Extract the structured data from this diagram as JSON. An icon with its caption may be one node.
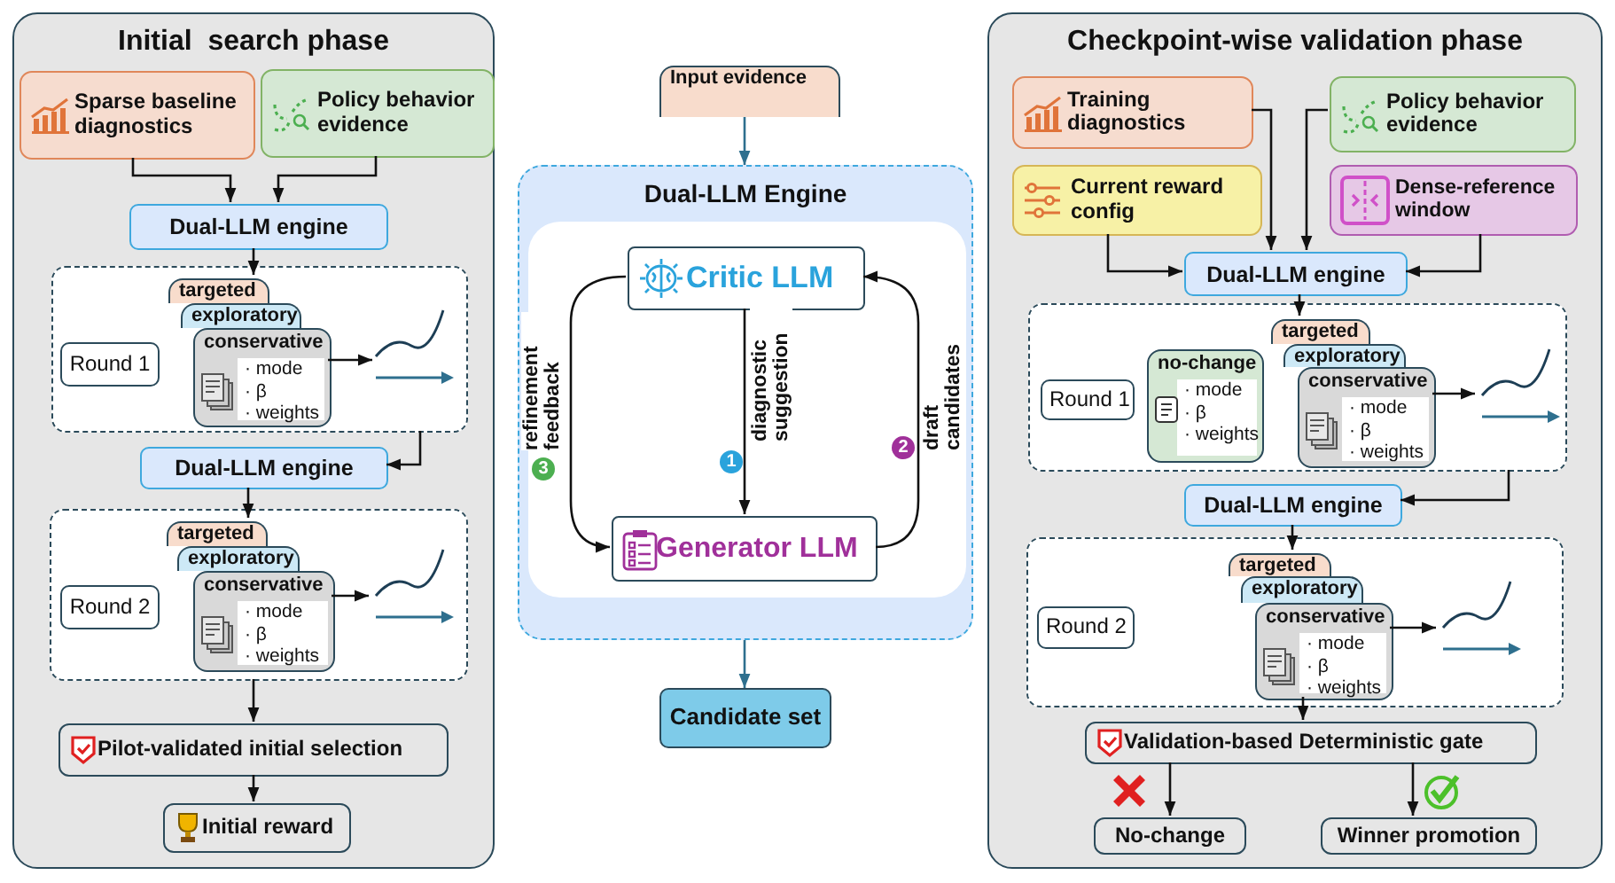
{
  "diagram": {
    "nodes": [
      {
        "text": [
          "Initial  search phase"
        ]
      },
      {
        "text": [
          "Sparse baseline diagnostics"
        ],
        "in": 0
      },
      {
        "text": [
          "Policy behavior evidence"
        ],
        "in": 0
      },
      {
        "text": [
          "Dual-LLM engine"
        ],
        "in": 0
      },
      {
        "text": [],
        "shape": "box",
        "in": 0
      },
      {
        "text": [
          "Round 1"
        ],
        "in": 4
      },
      {
        "text": [
          "targeted"
        ],
        "in": 4
      },
      {
        "text": [
          "exploratory"
        ],
        "in": 4
      },
      {
        "text": [
          "conservative",
          "· mode",
          "· β",
          "· weights"
        ],
        "in": 4
      },
      {
        "text": [
          "Dual-LLM engine"
        ],
        "in": 0
      },
      {
        "text": [],
        "shape": "box",
        "in": 0
      },
      {
        "text": [
          "Round 2"
        ],
        "in": 10
      },
      {
        "text": [
          "targeted"
        ],
        "in": 10
      },
      {
        "text": [
          "exploratory"
        ],
        "in": 10
      },
      {
        "text": [
          "conservative",
          "· mode",
          "· β",
          "· weights"
        ],
        "in": 10
      },
      {
        "text": [
          "Pilot-validated initial selection"
        ],
        "in": 0
      },
      {
        "text": [
          "Initial reward"
        ],
        "in": 0
      },
      {
        "text": [
          "Input evidence"
        ]
      },
      {
        "text": [
          "Dual-LLM Engine"
        ]
      },
      {
        "text": [
          "Critic LLM"
        ],
        "in": 18
      },
      {
        "text": [
          "Generator LLM"
        ],
        "in": 18
      },
      {
        "text": [
          "Candidate set"
        ]
      },
      {
        "text": [
          "Checkpoint-wise validation phase"
        ]
      },
      {
        "text": [
          "Training diagnostics"
        ],
        "in": 22
      },
      {
        "text": [
          "Policy behavior evidence"
        ],
        "in": 22
      },
      {
        "text": [
          "Current reward config"
        ],
        "in": 22
      },
      {
        "text": [
          "Dense-reference window"
        ],
        "in": 22
      },
      {
        "text": [
          "Dual-LLM engine"
        ],
        "in": 22
      },
      {
        "text": [],
        "shape": "box",
        "in": 22
      },
      {
        "text": [
          "Round 1"
        ],
        "in": 28
      },
      {
        "text": [
          "no-change",
          "· mode",
          "· β",
          "· weights"
        ],
        "in": 28
      },
      {
        "text": [
          "targeted"
        ],
        "in": 28
      },
      {
        "text": [
          "exploratory"
        ],
        "in": 28
      },
      {
        "text": [
          "conservative",
          "· mode",
          "· β",
          "· weights"
        ],
        "in": 28
      },
      {
        "text": [
          "Dual-LLM engine"
        ],
        "in": 22
      },
      {
        "text": [],
        "shape": "box",
        "in": 22
      },
      {
        "text": [
          "Round 2"
        ],
        "in": 35
      },
      {
        "text": [
          "targeted"
        ],
        "in": 35
      },
      {
        "text": [
          "exploratory"
        ],
        "in": 35
      },
      {
        "text": [
          "conservative",
          "· mode",
          "· β",
          "· weights"
        ],
        "in": 35
      },
      {
        "text": [
          "Validation-based Deterministic gate"
        ],
        "in": 22
      },
      {
        "text": [
          "No-change"
        ],
        "in": 22
      },
      {
        "text": [
          "Winner promotion"
        ],
        "in": 22
      }
    ],
    "edges": [
      {
        "from": 1,
        "to": 3,
        "arrow": "to"
      },
      {
        "from": 2,
        "to": 3,
        "arrow": "to"
      },
      {
        "from": 3,
        "to": 6,
        "arrow": "to"
      },
      {
        "from": 8,
        "to": null,
        "arrow": "to"
      },
      {
        "from": 4,
        "to": 9,
        "arrow": "to"
      },
      {
        "from": 9,
        "to": 12,
        "arrow": "to"
      },
      {
        "from": 14,
        "to": null,
        "arrow": "to"
      },
      {
        "from": 10,
        "to": 15,
        "arrow": "to"
      },
      {
        "from": 15,
        "to": 16,
        "arrow": "to"
      },
      {
        "from": 17,
        "to": 18,
        "arrow": "to",
        "color": "#2e6f8e"
      },
      {
        "from": 19,
        "to": 20,
        "arrow": "to",
        "label": "diagnostic suggestion"
      },
      {
        "from": 20,
        "to": 19,
        "arrow": "to",
        "label": "draft candidates"
      },
      {
        "from": 19,
        "to": 20,
        "arrow": "to",
        "label": "refinement feedback"
      },
      {
        "from": 18,
        "to": 21,
        "arrow": "to",
        "color": "#2e6f8e"
      },
      {
        "from": 23,
        "to": 27,
        "arrow": "to"
      },
      {
        "from": 24,
        "to": 27,
        "arrow": "to"
      },
      {
        "from": 25,
        "to": 27,
        "arrow": "to"
      },
      {
        "from": 26,
        "to": 27,
        "arrow": "to"
      },
      {
        "from": 27,
        "to": 31,
        "arrow": "to"
      },
      {
        "from": 33,
        "to": null,
        "arrow": "to"
      },
      {
        "from": 28,
        "to": 34,
        "arrow": "to"
      },
      {
        "from": 34,
        "to": 37,
        "arrow": "to"
      },
      {
        "from": 39,
        "to": null,
        "arrow": "to"
      },
      {
        "from": 39,
        "to": 40,
        "arrow": "to"
      },
      {
        "from": 40,
        "to": 41,
        "arrow": "to"
      },
      {
        "from": 40,
        "to": 42,
        "arrow": "to"
      }
    ],
    "labels": [
      "3",
      "1",
      "2"
    ]
  }
}
